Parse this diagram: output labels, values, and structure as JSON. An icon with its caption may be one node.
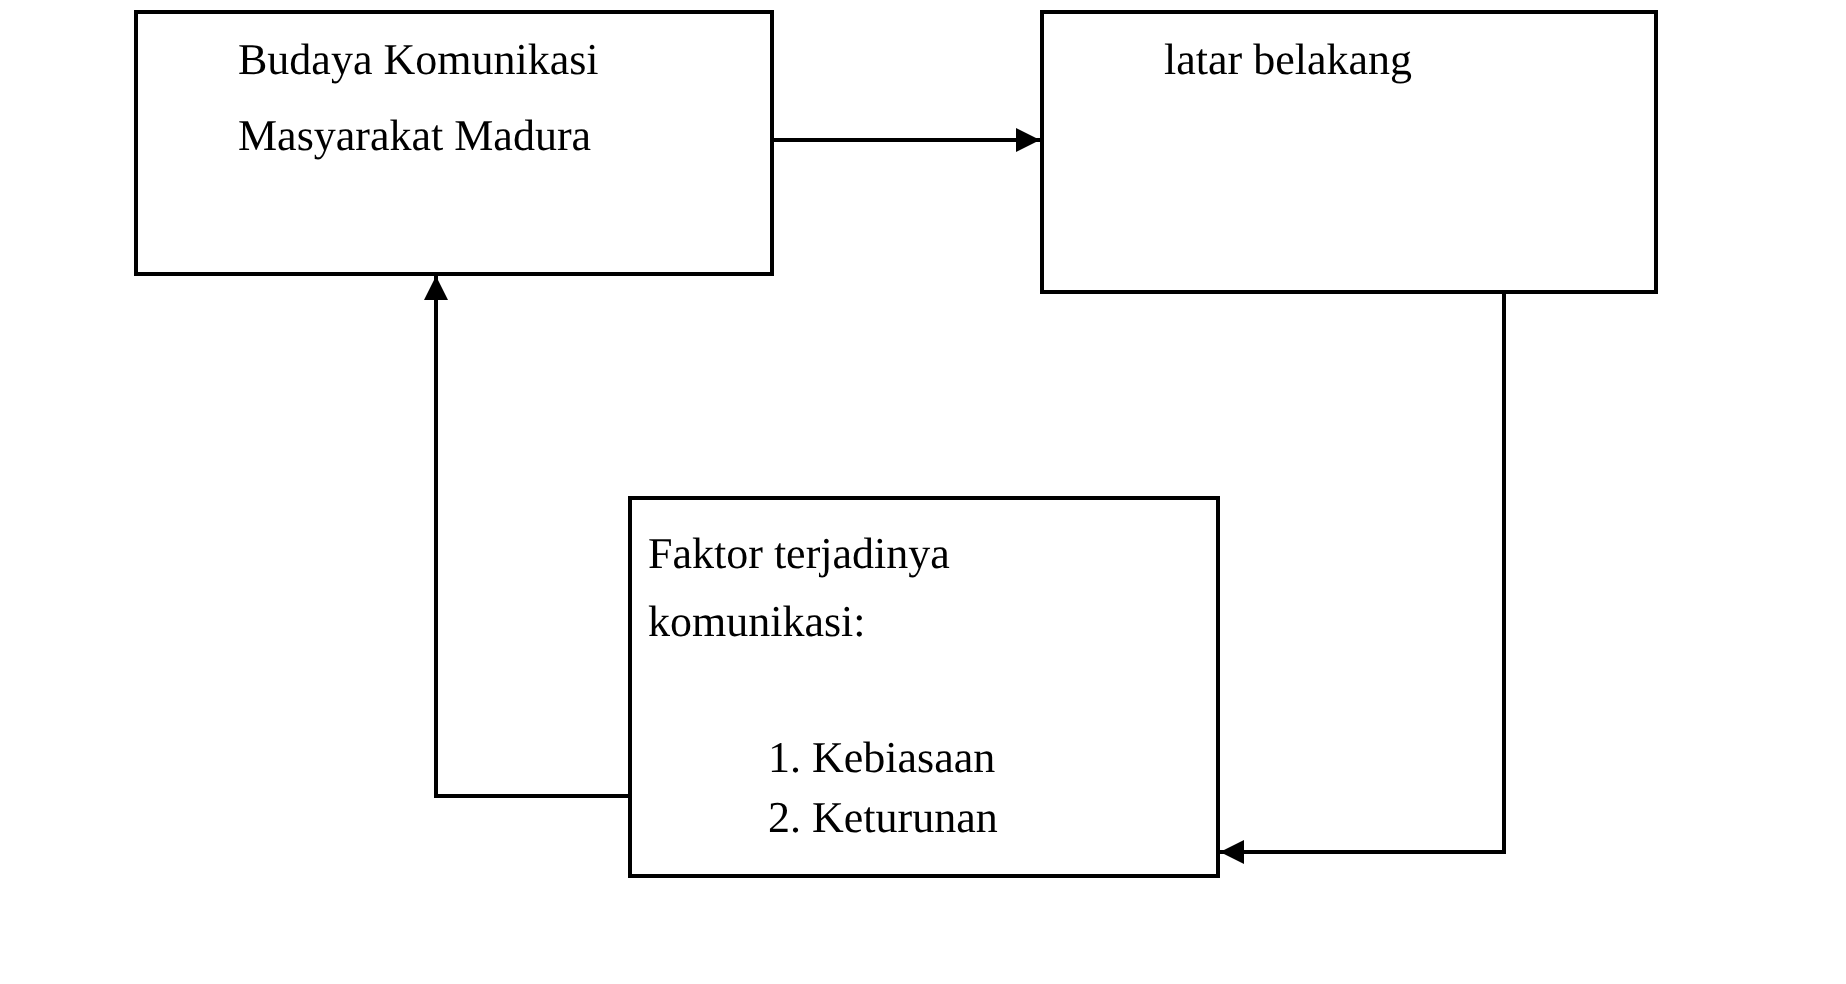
{
  "diagram": {
    "nodes": [
      {
        "text": [
          "Budaya Komunikasi Masyarakat Madura"
        ]
      },
      {
        "text": [
          "latar belakang"
        ]
      },
      {
        "text": [
          "Faktor terjadinya komunikasi:",
          "1. Kebiasaan",
          "2. Keturunan"
        ]
      }
    ],
    "edges": [
      {
        "from": 0,
        "to": 1,
        "arrow": "to"
      },
      {
        "from": 1,
        "to": 2,
        "arrow": "to"
      },
      {
        "from": 2,
        "to": 0,
        "arrow": "to"
      }
    ]
  }
}
